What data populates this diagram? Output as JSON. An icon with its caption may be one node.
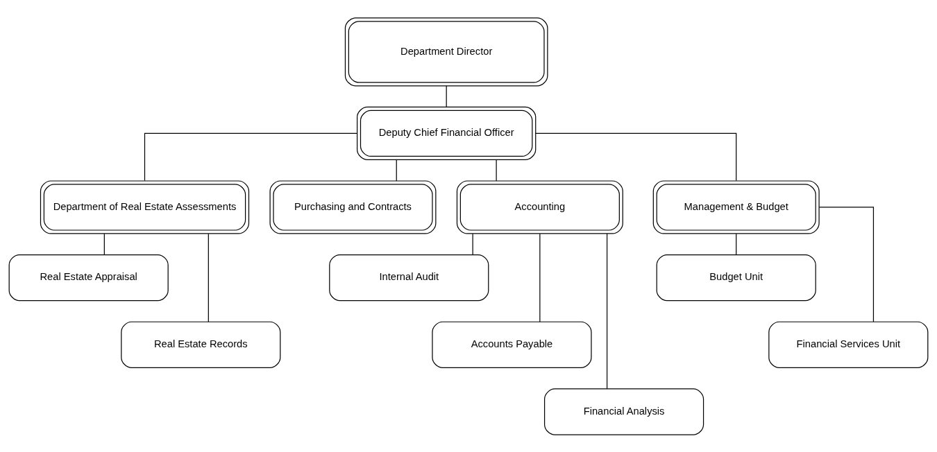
{
  "diagram": {
    "nodes": [
      {
        "text": [
          "Department Director"
        ]
      },
      {
        "text": [
          "Deputy Chief Financial Officer"
        ]
      },
      {
        "text": [
          "Department of Real Estate Assessments"
        ]
      },
      {
        "text": [
          "Purchasing and Contracts"
        ]
      },
      {
        "text": [
          "Accounting"
        ]
      },
      {
        "text": [
          "Management & Budget"
        ]
      },
      {
        "text": [
          "Real Estate Appraisal"
        ]
      },
      {
        "text": [
          "Real Estate Records"
        ]
      },
      {
        "text": [
          "Internal Audit"
        ]
      },
      {
        "text": [
          "Accounts Payable"
        ]
      },
      {
        "text": [
          "Financial Analysis"
        ]
      },
      {
        "text": [
          "Budget Unit"
        ]
      },
      {
        "text": [
          "Financial Services Unit"
        ]
      }
    ],
    "edges": [
      {
        "from": 0,
        "to": 1,
        "arrow": "none"
      },
      {
        "from": 1,
        "to": 2,
        "arrow": "none"
      },
      {
        "from": 1,
        "to": 3,
        "arrow": "none"
      },
      {
        "from": 1,
        "to": 4,
        "arrow": "none"
      },
      {
        "from": 1,
        "to": 5,
        "arrow": "none"
      },
      {
        "from": 2,
        "to": 6,
        "arrow": "none"
      },
      {
        "from": 2,
        "to": 7,
        "arrow": "none"
      },
      {
        "from": 4,
        "to": 8,
        "arrow": "none"
      },
      {
        "from": 4,
        "to": 9,
        "arrow": "none"
      },
      {
        "from": 4,
        "to": 10,
        "arrow": "none"
      },
      {
        "from": 5,
        "to": 11,
        "arrow": "none"
      },
      {
        "from": 5,
        "to": 12,
        "arrow": "none"
      }
    ]
  }
}
